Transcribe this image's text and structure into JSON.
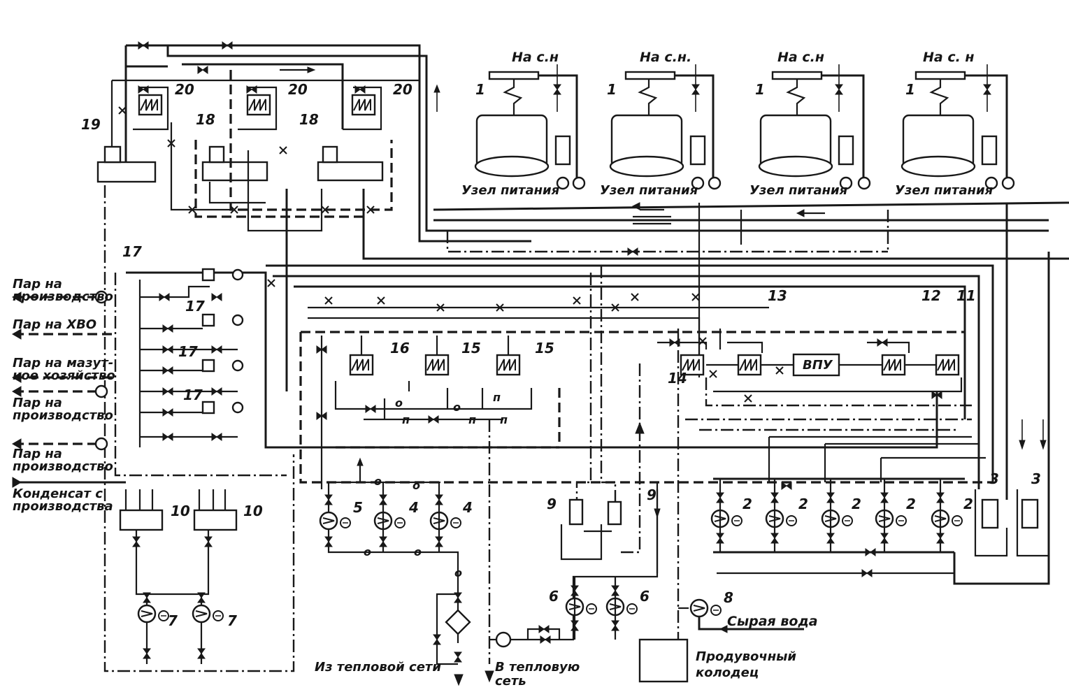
{
  "diagram": {
    "labels_nas_n": [
      "На с.н",
      "На с.н.",
      "На с.н",
      "На с. н"
    ],
    "uzel_pitaniya": [
      "Узел питания",
      "Узел питания",
      "Узел питания",
      "Узел питания"
    ],
    "left_lines": [
      {
        "line1": "Пар на",
        "line2": "производство"
      },
      {
        "line1": "Пар на ХВО",
        "line2": ""
      },
      {
        "line1": "Пар на мазут-",
        "line2": "ное хозяйство"
      },
      {
        "line1": "Пар на",
        "line2": "производство"
      },
      {
        "line1": "Пар на",
        "line2": "производство"
      },
      {
        "line1": "Конденсат с",
        "line2": "производства"
      }
    ],
    "vpu": "ВПУ",
    "syraya_voda": "Сырая вода",
    "produvochny_1": "Продувочный",
    "produvochny_2": "колодец",
    "iz_teplovoy_seti": "Из тепловой сети",
    "v_teplovuyu_1": "В тепловую",
    "v_teplovuyu_2": "сеть",
    "numbers": {
      "boiler": "1",
      "pump2": "2",
      "pump3": "3",
      "pump4": "4",
      "pump5": "5",
      "pump6": "6",
      "pump7": "7",
      "pump8": "8",
      "n9": "9",
      "n10": "10",
      "n11": "11",
      "n12": "12",
      "n13": "13",
      "n14": "14",
      "n15": "15",
      "n16": "16",
      "n17": "17",
      "n18": "18",
      "n19": "19",
      "n20": "20"
    },
    "line_letters": {
      "o": "о",
      "p": "п"
    }
  }
}
